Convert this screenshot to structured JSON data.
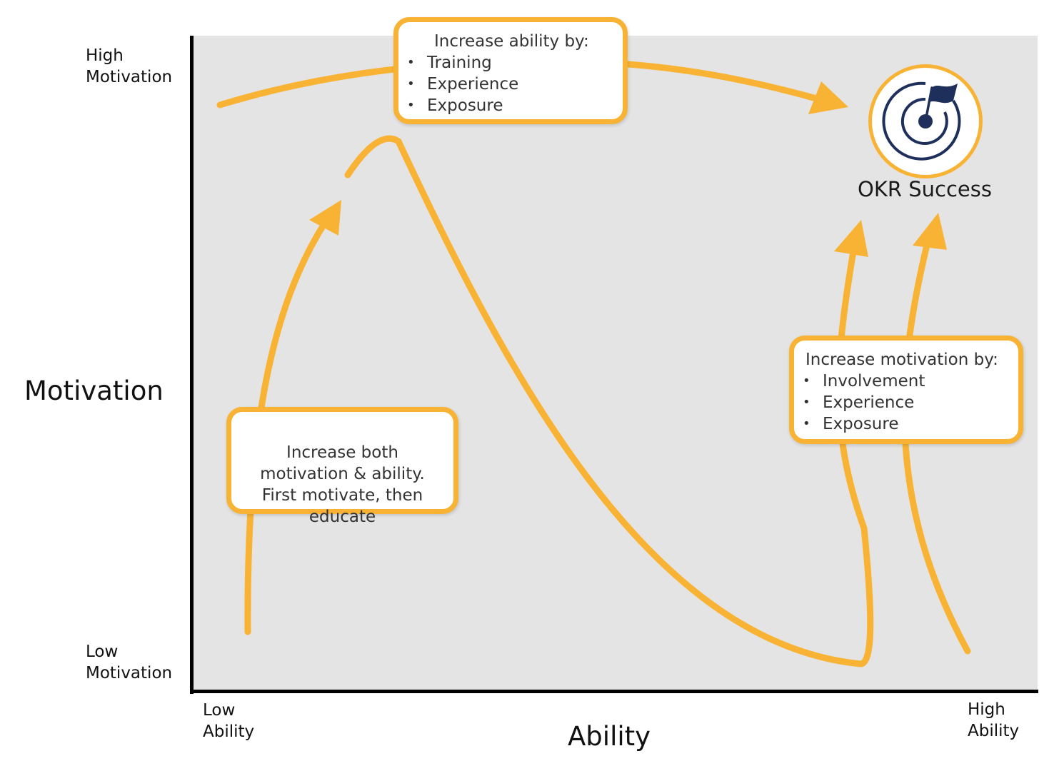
{
  "axes": {
    "y_title": "Motivation",
    "x_title": "Ability",
    "y_high": "High\nMotivation",
    "y_low": "Low\nMotivation",
    "x_low": "Low\nAbility",
    "x_high": "High\nAbility"
  },
  "callouts": {
    "ability": {
      "title": "Increase ability by:",
      "items": [
        "Training",
        "Experience",
        "Exposure"
      ]
    },
    "both": {
      "text": "Increase both\nmotivation & ability.\nFirst motivate, then\neducate"
    },
    "motivation": {
      "title": "Increase motivation by:",
      "items": [
        "Involvement",
        "Experience",
        "Exposure"
      ]
    }
  },
  "goal": {
    "label": "OKR Success",
    "icon": "target-flag-icon"
  },
  "colors": {
    "accent": "#f8b334",
    "plot_background": "#e4e4e4",
    "icon": "#1f2f5c"
  }
}
